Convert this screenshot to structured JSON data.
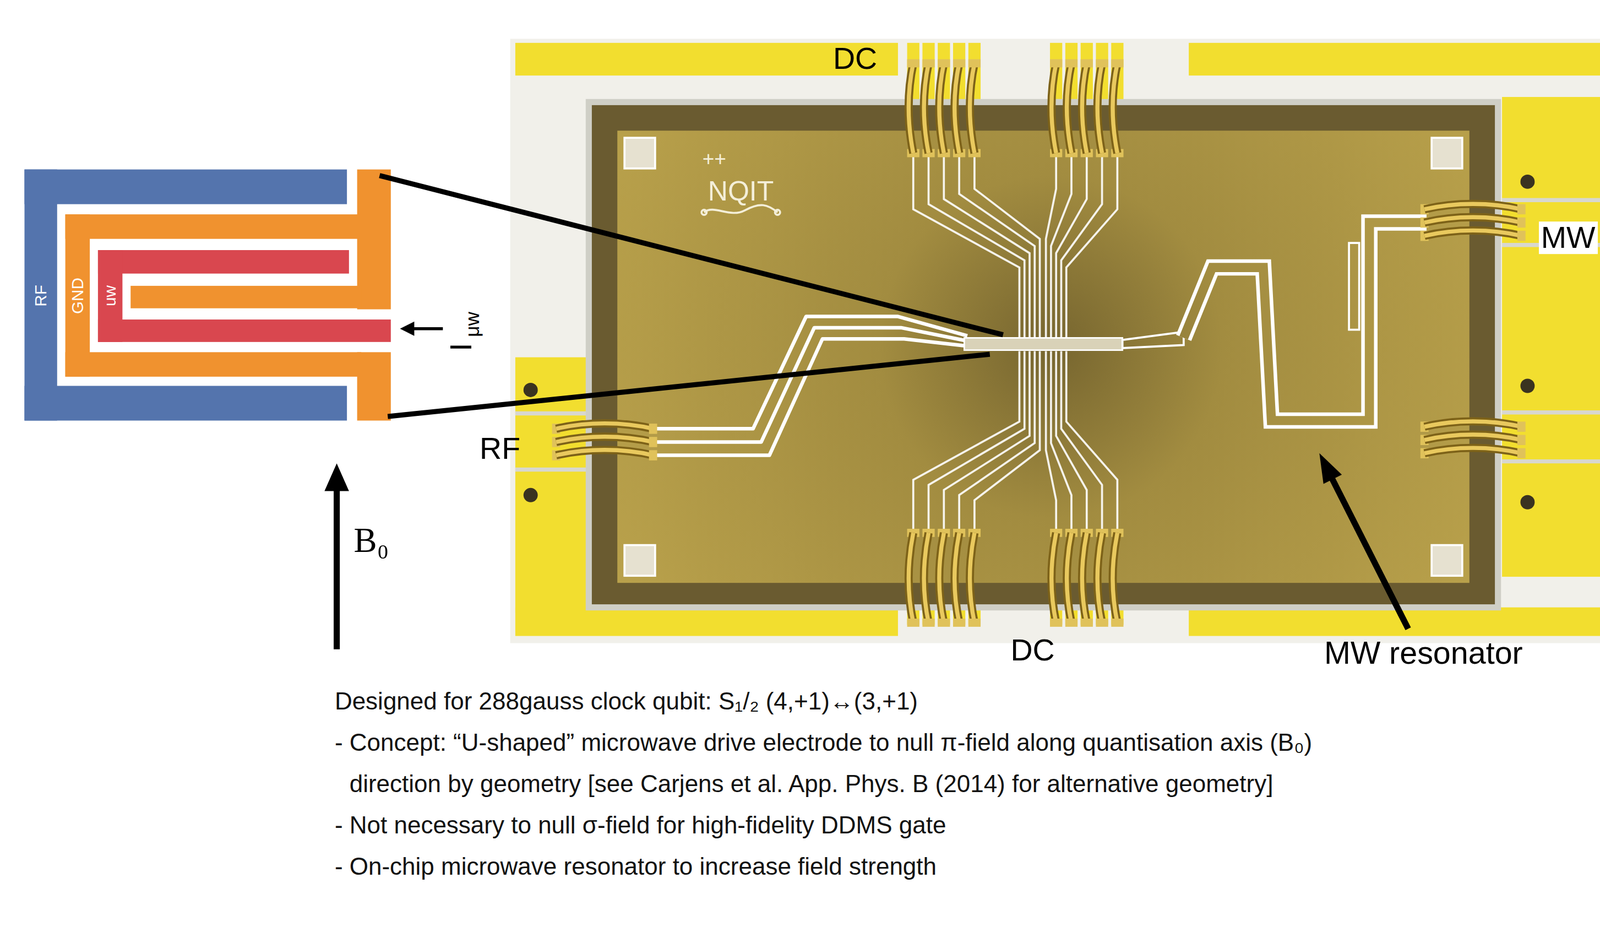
{
  "diagram": {
    "labels": [
      "RF",
      "GND",
      "uw",
      "I",
      "μw",
      "B₀",
      "DC",
      "++",
      "NQIT",
      "MW",
      "RF",
      "DC",
      "MW resonator",
      "Designed for 288gauss clock qubit: S₁/₂ (4,+1)↔(3,+1)",
      "- Concept: “U-shaped” microwave drive electrode to null π-field along quantisation axis (B₀) direction by geometry [see Carjens et al. App. Phys. B (2014) for alternative geometry]",
      "- Not necessary to null σ-field for high-fidelity DDMS gate",
      "- On-chip microwave resonator to increase field strength"
    ]
  }
}
